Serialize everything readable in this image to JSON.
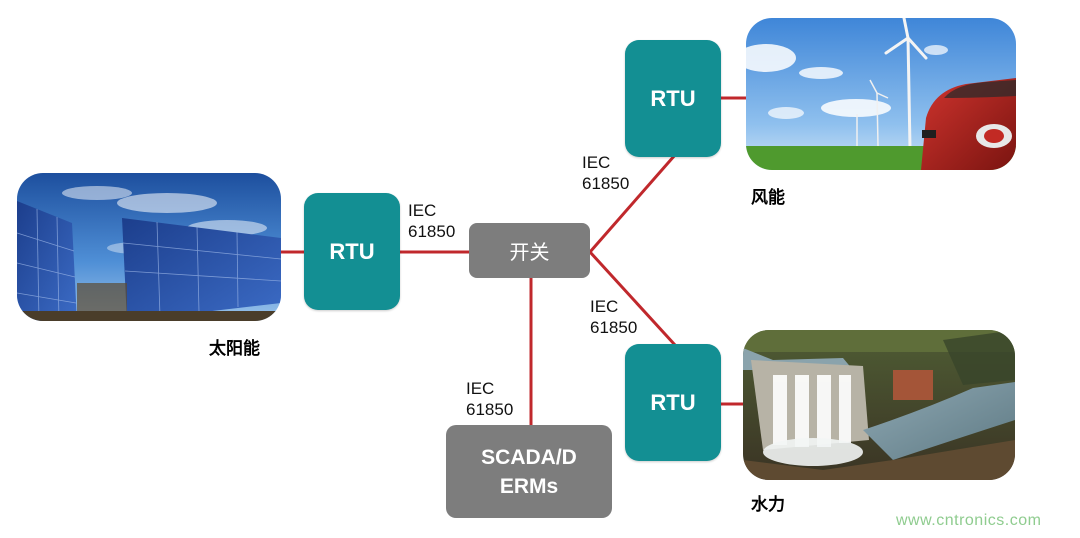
{
  "nodes": {
    "rtu_solar": "RTU",
    "rtu_wind": "RTU",
    "rtu_hydro": "RTU",
    "switch": "开关",
    "scada_line1": "SCADA/D",
    "scada_line2": "ERMs"
  },
  "protocol_labels": {
    "solar_switch": [
      "IEC",
      "61850"
    ],
    "switch_wind": [
      "IEC",
      "61850"
    ],
    "switch_hydro": [
      "IEC",
      "61850"
    ],
    "switch_scada": [
      "IEC",
      "61850"
    ]
  },
  "captions": {
    "solar": "太阳能",
    "wind": "风能",
    "hydro": "水力"
  },
  "watermark": "www.cntronics.com",
  "colors": {
    "rtu": "#138f93",
    "switch": "#7d7d7d",
    "link": "#c0282c"
  }
}
